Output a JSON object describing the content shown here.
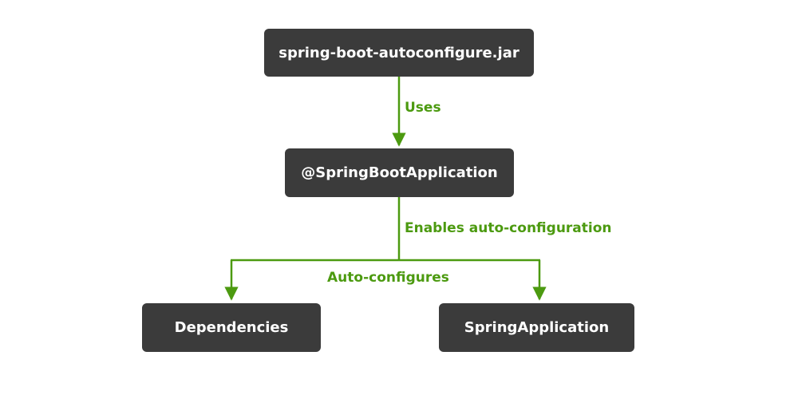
{
  "colors": {
    "node_background": "#3b3b3b",
    "node_text": "#ffffff",
    "connector": "#4c9a10",
    "page_background": "#ffffff"
  },
  "nodes": {
    "jar": "spring-boot-autoconfigure.jar",
    "annotation": "@SpringBootApplication",
    "dependencies": "Dependencies",
    "spring_application": "SpringApplication"
  },
  "edges": {
    "uses": "Uses",
    "enables": "Enables auto-configuration",
    "auto_configures": "Auto-configures"
  }
}
